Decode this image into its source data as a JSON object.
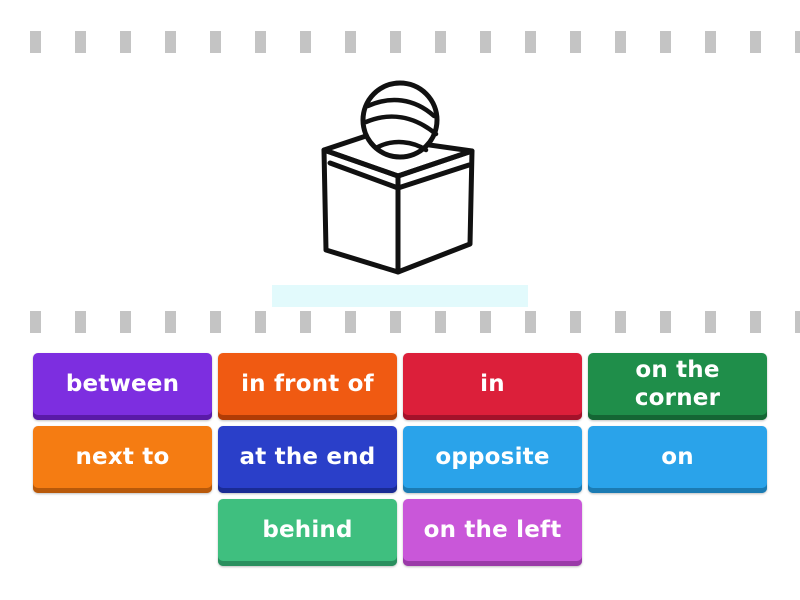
{
  "dividers": {
    "tick_color": "#c4c4c4"
  },
  "picture": {
    "icon": "ball-on-box-icon"
  },
  "tiles": [
    {
      "label": "between",
      "color": "#7d2ee0",
      "shadow": "#5a1aa8"
    },
    {
      "label": "in front of",
      "color": "#f05a12",
      "shadow": "#b03c06"
    },
    {
      "label": "in",
      "color": "#dc1f3a",
      "shadow": "#a3122a"
    },
    {
      "label": "on the corner",
      "color": "#1f8e4a",
      "shadow": "#146634"
    },
    {
      "label": "next to",
      "color": "#f57c12",
      "shadow": "#b8590a"
    },
    {
      "label": "at the end",
      "color": "#2a3fc9",
      "shadow": "#1a2b94"
    },
    {
      "label": "opposite",
      "color": "#2aa3ea",
      "shadow": "#1b7bb3"
    },
    {
      "label": "on",
      "color": "#2aa3ea",
      "shadow": "#1b7bb3"
    },
    {
      "label": "behind",
      "color": "#3fbf7f",
      "shadow": "#2a8f5e"
    },
    {
      "label": "on the left",
      "color": "#c957d9",
      "shadow": "#9a3aa8"
    }
  ]
}
